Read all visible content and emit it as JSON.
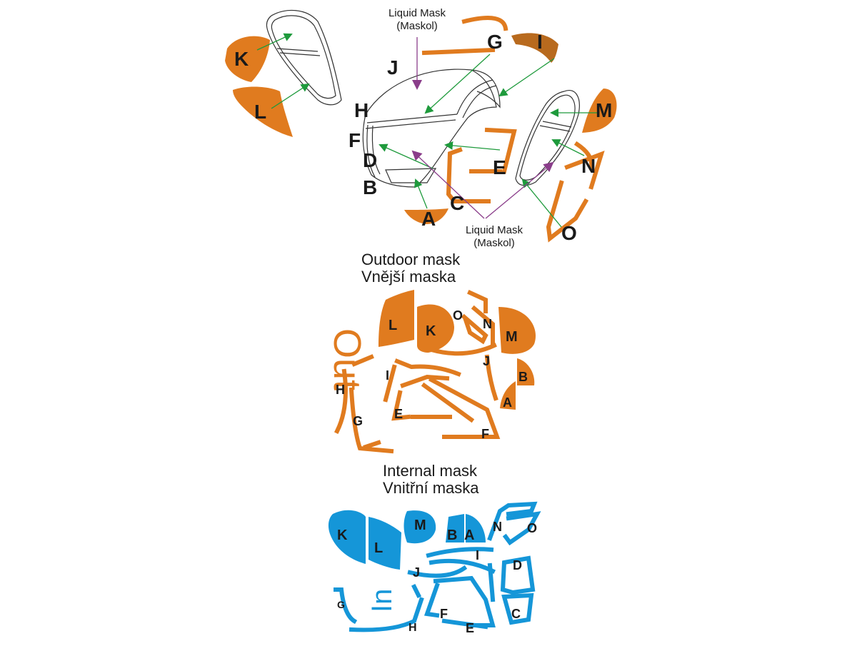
{
  "colors": {
    "outdoor": "#e07b1f",
    "outdoor_dark": "#b86a1e",
    "internal": "#1596d8",
    "arrow": "#1e9a3c",
    "liquid": "#8a3d8a",
    "outline": "#333333"
  },
  "top": {
    "liquid_mask_top": [
      "Liquid Mask",
      "(Maskol)"
    ],
    "liquid_mask_bottom": [
      "Liquid Mask",
      "(Maskol)"
    ],
    "labels": {
      "K": "K",
      "L": "L",
      "J": "J",
      "H": "H",
      "F": "F",
      "D": "D",
      "B": "B",
      "A": "A",
      "C": "C",
      "E": "E",
      "G": "G",
      "I": "I",
      "M": "M",
      "N": "N",
      "O": "O"
    }
  },
  "outdoor": {
    "title_en": "Outdoor mask",
    "title_cz": "Vnější maska",
    "side_word": "Out",
    "labels": {
      "L": "L",
      "K": "K",
      "O": "O",
      "N": "N",
      "M": "M",
      "J": "J",
      "B": "B",
      "I": "I",
      "H": "H",
      "A": "A",
      "E": "E",
      "G": "G",
      "F": "F"
    }
  },
  "internal": {
    "title_en": "Internal mask",
    "title_cz": "Vnitřní maska",
    "side_word": "In",
    "labels": {
      "K": "K",
      "L": "L",
      "M": "M",
      "B": "B",
      "A": "A",
      "N": "N",
      "O": "O",
      "I": "I",
      "J": "J",
      "D": "D",
      "G": "G",
      "F": "F",
      "C": "C",
      "H": "H",
      "E": "E"
    }
  }
}
